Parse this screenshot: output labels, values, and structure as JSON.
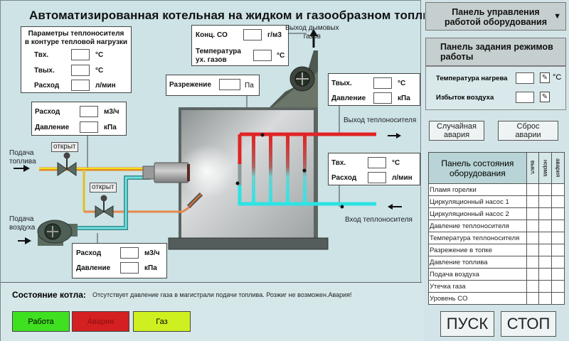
{
  "title": "Автоматизированная котельная на жидком и газообразном топливе",
  "heat_load_params": {
    "heading": [
      "Параметры теплоносителя",
      "в контуре тепловой нагрузки"
    ],
    "rows": [
      {
        "label": "Твх.",
        "value": "",
        "unit": "°C"
      },
      {
        "label": "Твых.",
        "value": "",
        "unit": "°C"
      },
      {
        "label": "Расход",
        "value": "",
        "unit": "л/мин"
      }
    ]
  },
  "flue_gas": {
    "co_label": "Конц. CO",
    "co_value": "",
    "co_unit": "г/м3",
    "temp_label_1": "Температура",
    "temp_label_2": "ух. газов",
    "temp_value": "",
    "temp_unit": "°C"
  },
  "flue_outlet_label": [
    "Выход дымовых",
    "газов"
  ],
  "draft": {
    "label": "Разрежение",
    "value": "",
    "unit": "Па"
  },
  "outlet_params": {
    "rows": [
      {
        "label": "Твых.",
        "value": "",
        "unit": "°C"
      },
      {
        "label": "Давление",
        "value": "",
        "unit": "кПа"
      }
    ]
  },
  "inlet_params": {
    "rows": [
      {
        "label": "Твх.",
        "value": "",
        "unit": "°C"
      },
      {
        "label": "Расход",
        "value": "",
        "unit": "л/мин"
      }
    ]
  },
  "fuel_params": {
    "rows": [
      {
        "label": "Расход",
        "value": "",
        "unit": "м3/ч"
      },
      {
        "label": "Давление",
        "value": "",
        "unit": "кПа"
      }
    ]
  },
  "air_params": {
    "rows": [
      {
        "label": "Расход",
        "value": "",
        "unit": "м3/ч"
      },
      {
        "label": "Давление",
        "value": "",
        "unit": "кПа"
      }
    ]
  },
  "labels": {
    "fuel_supply": [
      "Подача",
      "топлива"
    ],
    "air_supply": [
      "Подача",
      "воздуха"
    ],
    "coolant_out": "Выход теплоносителя",
    "coolant_in": "Вход теплоносителя",
    "valve_fuel": "открыт",
    "valve_air": "открыт"
  },
  "status": {
    "label": "Состояние котла:",
    "message": "Отсутствует давление газа в магистрали подачи топлива. Розжиг не возможен.Авария!",
    "indicators": [
      {
        "label": "Работа",
        "color": "#3fe01f"
      },
      {
        "label": "Авария",
        "color": "#d42020"
      },
      {
        "label": "Газ",
        "color": "#cff020"
      }
    ]
  },
  "control_panel": {
    "title": [
      "Панель  управления",
      "работой оборудования"
    ],
    "dropdown_icon": "▼"
  },
  "mode_panel": {
    "title": [
      "Панель задания режимов",
      "работы"
    ],
    "rows": [
      {
        "label": "Температура нагрева",
        "value": "",
        "unit": "°C"
      },
      {
        "label": "Избыток воздуха",
        "value": "",
        "unit": ""
      }
    ]
  },
  "buttons": {
    "random_failure": [
      "Случайная",
      "авария"
    ],
    "reset_failure": [
      "Сброс",
      "аварии"
    ],
    "start": "ПУСК",
    "stop": "СТОП"
  },
  "state_panel": {
    "title": [
      "Панель состояния",
      "оборудования"
    ],
    "columns": [
      "выкл.",
      "норма",
      "авария"
    ],
    "items": [
      "Пламя горелки",
      "Циркуляционный насос 1",
      "Циркуляционный насос 2",
      "Давление теплоносителя",
      "Температура теплоносителя",
      "Разрежение в топке",
      "Давление топлива",
      "Подача воздуха",
      "Утечка газа",
      "Уровень CO"
    ]
  }
}
